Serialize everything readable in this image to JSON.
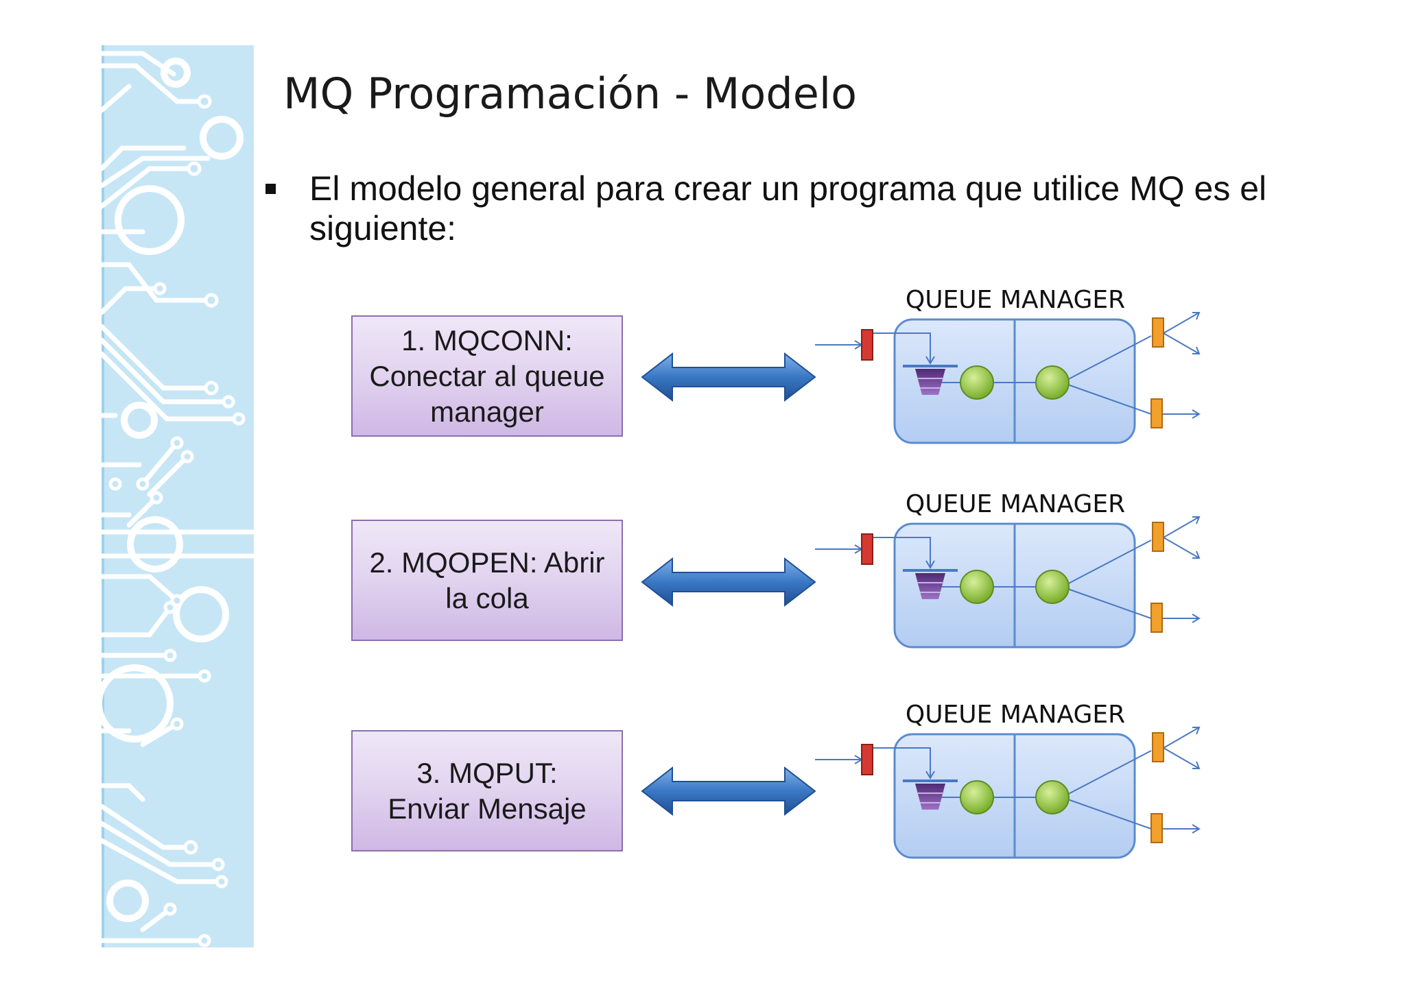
{
  "slide": {
    "title": "MQ Programación - Modelo",
    "bullet_text": "El modelo general para crear un programa que utilice MQ es el siguiente:"
  },
  "steps": [
    {
      "text": "1. MQCONN:\nConectar al queue\nmanager",
      "queue_manager_label": "QUEUE MANAGER"
    },
    {
      "text": "2. MQOPEN: Abrir\nla cola",
      "queue_manager_label": "QUEUE MANAGER"
    },
    {
      "text": "3. MQPUT:\nEnviar Mensaje",
      "queue_manager_label": "QUEUE MANAGER"
    }
  ],
  "colors": {
    "sidebar_background": "#c6e6f6",
    "step_box_border": "#8a6fae",
    "double_arrow": "#3a78c4",
    "queue_manager_fill": "#c9dcf6",
    "queue_manager_border": "#5b8bd0",
    "message_red": "#d43a32",
    "message_orange": "#f2a02c",
    "queue_purple": "#7a4d9a",
    "channel_green": "#8fc33d"
  },
  "icons": {
    "side_decoration": "circuit-board-pattern",
    "connector": "double-headed-arrow",
    "queue_manager": "queue-manager-diagram"
  }
}
